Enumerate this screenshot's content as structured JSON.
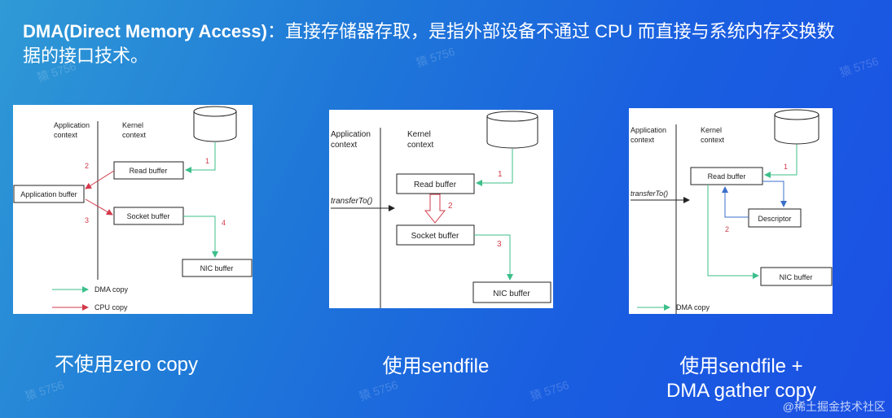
{
  "title": {
    "bold": "DMA(Direct Memory Access)",
    "rest": "：直接存储器存取，是指外部设备不通过 CPU 而直接与系统内存交换数据的接口技术。"
  },
  "panel1": {
    "app_context": [
      "Application",
      "context"
    ],
    "kernel_context": [
      "Kernel",
      "context"
    ],
    "read_buffer": "Read buffer",
    "app_buffer": "Application buffer",
    "socket_buffer": "Socket buffer",
    "nic_buffer": "NIC buffer",
    "n1": "1",
    "n2": "2",
    "n3": "3",
    "n4": "4",
    "legend_dma": "DMA copy",
    "legend_cpu": "CPU copy"
  },
  "panel2": {
    "app_context": [
      "Application",
      "context"
    ],
    "kernel_context": [
      "Kernel",
      "context"
    ],
    "call": "transferTo()",
    "read_buffer": "Read buffer",
    "socket_buffer": "Socket buffer",
    "nic_buffer": "NIC buffer",
    "n1": "1",
    "n2": "2",
    "n3": "3"
  },
  "panel3": {
    "app_context": [
      "Application",
      "context"
    ],
    "kernel_context": [
      "Kernel",
      "context"
    ],
    "call": "transferTo()",
    "read_buffer": "Read buffer",
    "descriptor": "Descriptor",
    "nic_buffer": "NIC buffer",
    "n1": "1",
    "n2": "2",
    "legend_dma": "DMA copy"
  },
  "captions": {
    "c1": "不使用zero copy",
    "c2": "使用sendfile",
    "c3_line1": "使用sendfile +",
    "c3_line2": "DMA gather copy"
  },
  "watermark": "猿 5756",
  "footer": "@稀土掘金技术社区",
  "colors": {
    "dma_arrow": "#3cbf8a",
    "cpu_arrow": "#d23a4a",
    "call_arrow": "#222222",
    "descriptor_arrow": "#3a6fc8"
  }
}
